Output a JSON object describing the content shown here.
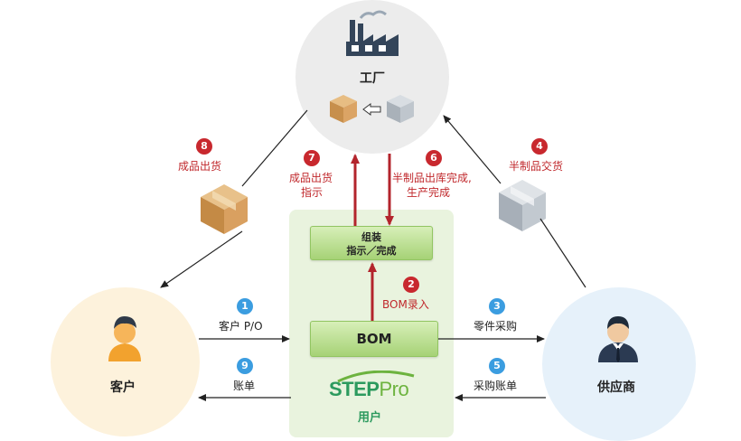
{
  "nodes": {
    "factory": "工厂",
    "customer": "客户",
    "supplier": "供应商",
    "user": "用户"
  },
  "boxes": {
    "assembly_line1": "组装",
    "assembly_line2": "指示／完成",
    "bom": "BOM"
  },
  "logo": {
    "step": "STEP",
    "pro": "Pro"
  },
  "steps": [
    {
      "num": "1",
      "label": "客户 P/O"
    },
    {
      "num": "2",
      "label": "BOM录入"
    },
    {
      "num": "3",
      "label": "零件采购"
    },
    {
      "num": "4",
      "label": "半制品交货"
    },
    {
      "num": "5",
      "label": "采购账单"
    },
    {
      "num": "6",
      "label_line1": "半制品出库完成,",
      "label_line2": "生产完成"
    },
    {
      "num": "7",
      "label_line1": "成品出货",
      "label_line2": "指示"
    },
    {
      "num": "8",
      "label": "成品出货"
    },
    {
      "num": "9",
      "label": "账单"
    }
  ],
  "colors": {
    "red": "#c0282c",
    "blue_badge": "#3b9de0",
    "green_box": "#a6d276",
    "dark_arrow": "#222222",
    "red_arrow": "#b3242c"
  },
  "icons": [
    "factory-icon",
    "box-icon",
    "person-icon",
    "businessman-icon",
    "arrow-left-icon"
  ]
}
